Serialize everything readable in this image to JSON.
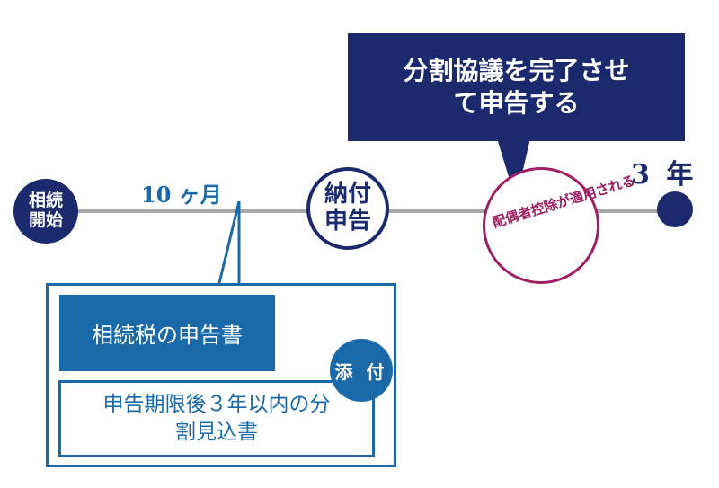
{
  "timeline": {
    "start": "相続開始",
    "ten_months": "10 ヶ月",
    "filing": "納付申告",
    "spouse_deduction": "配偶者控除が適用される",
    "three_years": "3 年"
  },
  "callout": {
    "text": "分割協議を完了させて申告する"
  },
  "documents": {
    "main": "相続税の申告書",
    "attach_badge": "添 付",
    "attachment": "申告期限後３年以内の分割見込書"
  },
  "colors": {
    "navy": "#1a2a6c",
    "blue": "#1a6aaa",
    "magenta": "#9e1f63",
    "line": "#a8a8a8"
  }
}
